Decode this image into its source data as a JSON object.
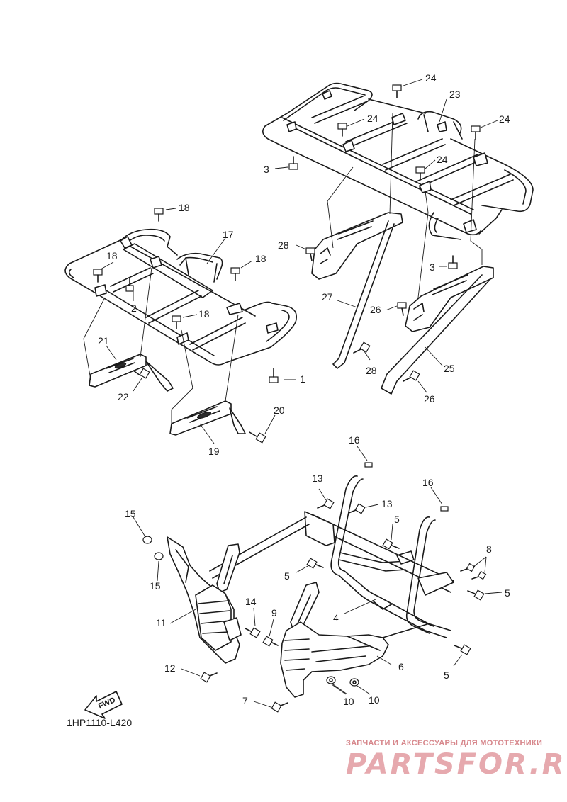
{
  "callouts": [
    {
      "num": "1"
    },
    {
      "num": "2"
    },
    {
      "num": "3"
    },
    {
      "num": "3"
    },
    {
      "num": "4"
    },
    {
      "num": "5"
    },
    {
      "num": "5"
    },
    {
      "num": "5"
    },
    {
      "num": "5"
    },
    {
      "num": "6"
    },
    {
      "num": "7"
    },
    {
      "num": "8"
    },
    {
      "num": "9"
    },
    {
      "num": "10"
    },
    {
      "num": "10"
    },
    {
      "num": "11"
    },
    {
      "num": "12"
    },
    {
      "num": "13"
    },
    {
      "num": "13"
    },
    {
      "num": "14"
    },
    {
      "num": "15"
    },
    {
      "num": "15"
    },
    {
      "num": "16"
    },
    {
      "num": "16"
    },
    {
      "num": "17"
    },
    {
      "num": "18"
    },
    {
      "num": "18"
    },
    {
      "num": "18"
    },
    {
      "num": "18"
    },
    {
      "num": "19"
    },
    {
      "num": "20"
    },
    {
      "num": "21"
    },
    {
      "num": "22"
    },
    {
      "num": "23"
    },
    {
      "num": "24"
    },
    {
      "num": "24"
    },
    {
      "num": "24"
    },
    {
      "num": "24"
    },
    {
      "num": "25"
    },
    {
      "num": "26"
    },
    {
      "num": "26"
    },
    {
      "num": "27"
    },
    {
      "num": "28"
    },
    {
      "num": "28"
    }
  ],
  "diagram_code": "1HP1110-L420",
  "fwd_label": "FWD",
  "watermark": {
    "subtitle": "ЗАПЧАСТИ И АКСЕССУАРЫ ДЛЯ МОТОТЕХНИКИ",
    "brand": "PARTSFOR.RU"
  }
}
